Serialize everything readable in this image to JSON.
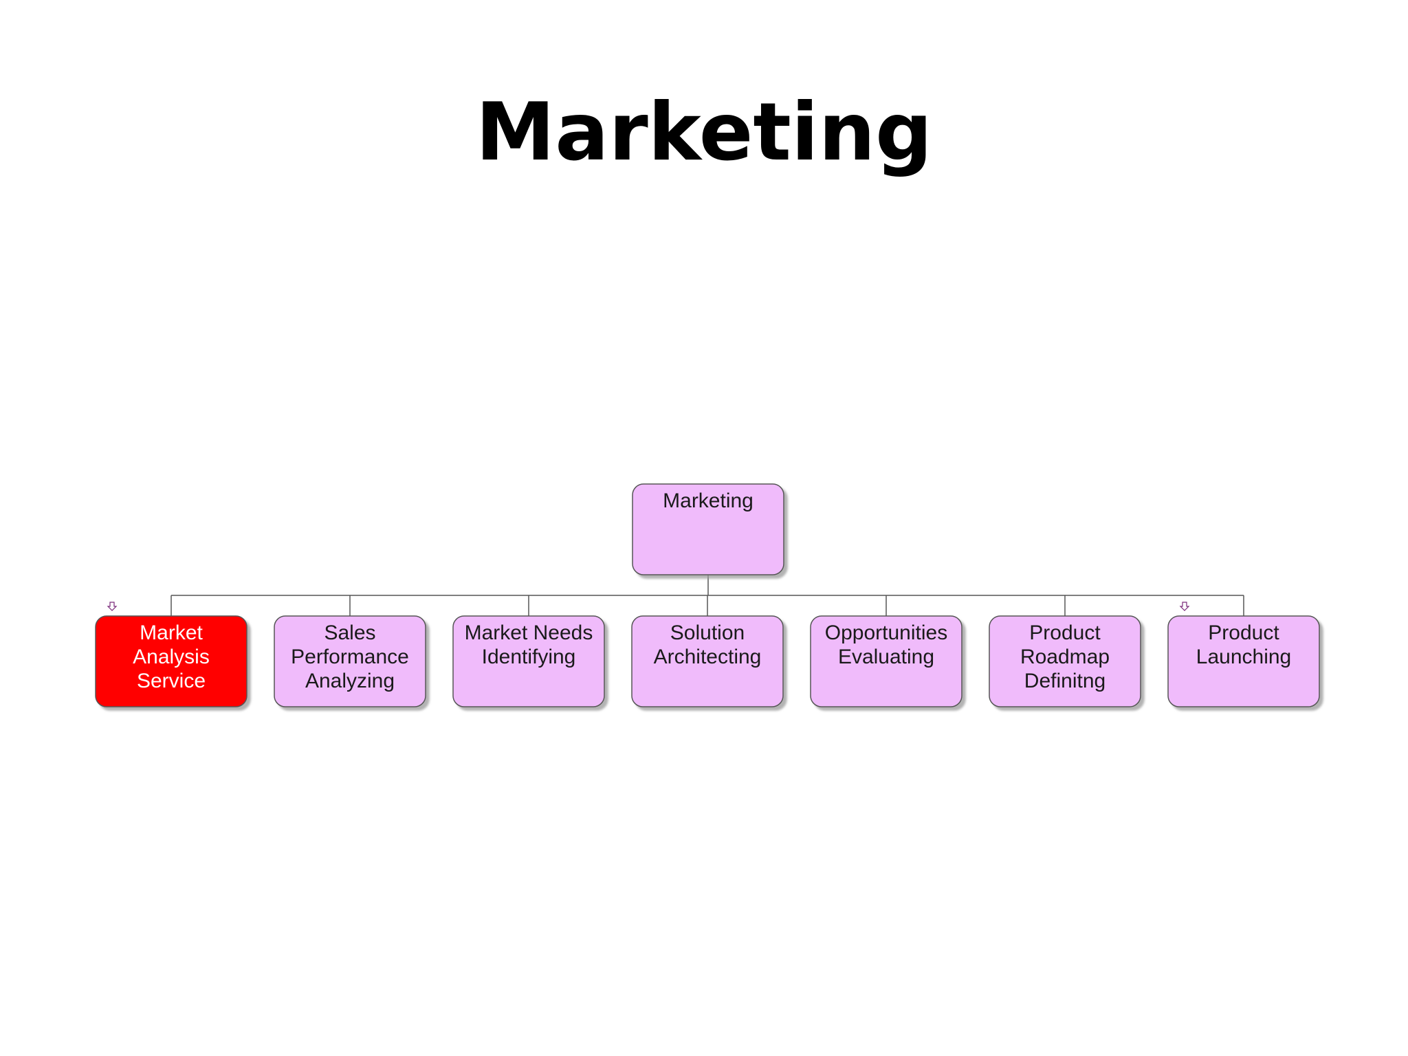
{
  "slide": {
    "title": "Marketing"
  },
  "colors": {
    "node_fill": "#f0bbfb",
    "highlight_fill": "#ff0000",
    "border": "#555555",
    "connector": "#555555",
    "text": "#1a1a1a",
    "highlight_text": "#ffffff",
    "marker": "#7a2a7a"
  },
  "org_chart": {
    "root": {
      "id": "marketing",
      "lines": [
        "Marketing"
      ]
    },
    "children": [
      {
        "id": "market-analysis-service",
        "lines": [
          "Market",
          "Analysis",
          "Service"
        ],
        "highlighted": true,
        "marker": true
      },
      {
        "id": "sales-performance-analyzing",
        "lines": [
          "Sales",
          "Performance",
          "Analyzing"
        ],
        "highlighted": false,
        "marker": false
      },
      {
        "id": "market-needs-identifying",
        "lines": [
          "Market Needs",
          "Identifying"
        ],
        "highlighted": false,
        "marker": false
      },
      {
        "id": "solution-architecting",
        "lines": [
          "Solution",
          "Architecting"
        ],
        "highlighted": false,
        "marker": false
      },
      {
        "id": "opportunities-evaluating",
        "lines": [
          "Opportunities",
          "Evaluating"
        ],
        "highlighted": false,
        "marker": false
      },
      {
        "id": "product-roadmap-definitng",
        "lines": [
          "Product",
          "Roadmap",
          "Definitng"
        ],
        "highlighted": false,
        "marker": false
      },
      {
        "id": "product-launching",
        "lines": [
          "Product",
          "Launching"
        ],
        "highlighted": false,
        "marker": true
      }
    ]
  }
}
